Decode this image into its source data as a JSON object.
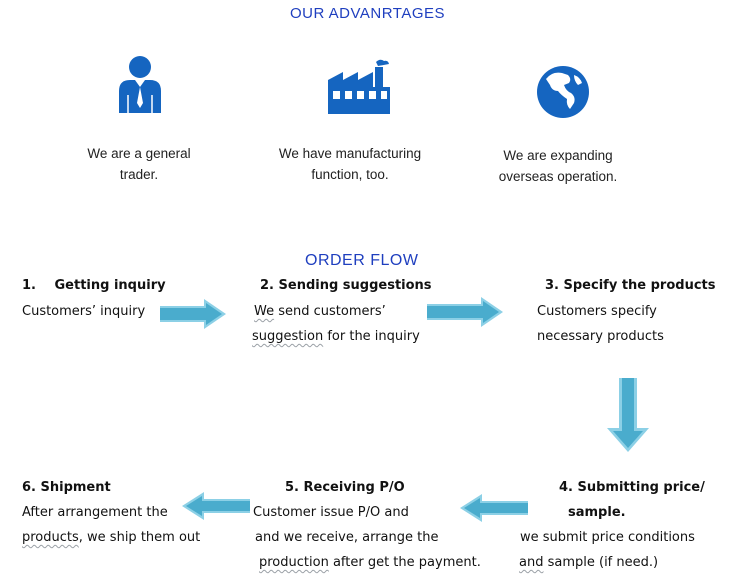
{
  "headings": {
    "advantages": "OUR ADVANRTAGES",
    "order_flow": "ORDER FLOW"
  },
  "advantages": [
    {
      "icon": "person-icon",
      "line1": "We are a general",
      "line2": "trader."
    },
    {
      "icon": "factory-icon",
      "line1": "We have manufacturing",
      "line2": "function, too."
    },
    {
      "icon": "globe-icon",
      "line1": "We are expanding",
      "line2": "overseas operation."
    }
  ],
  "steps": {
    "s1": {
      "num": "1.",
      "title": "Getting inquiry",
      "line1": "Customers’ inquiry"
    },
    "s2": {
      "title": "2. Sending suggestions",
      "line1_a": "We",
      "line1_b": " send customers’",
      "line2_a": "suggestion",
      "line2_b": " for the inquiry"
    },
    "s3": {
      "title": "3. Specify the products",
      "line1": "Customers specify",
      "line2": "necessary products"
    },
    "s4": {
      "title": "4. Submitting price/",
      "title2": "sample.",
      "line1": "we submit price conditions",
      "line2_a": "and",
      "line2_b": " sample (if need.)"
    },
    "s5": {
      "title": "5. Receiving P/O",
      "line1": "Customer issue P/O and",
      "line2": "and we receive, arrange the",
      "line3_a": "production",
      "line3_b": " after get the payment."
    },
    "s6": {
      "title": "6. Shipment",
      "line1": "After arrangement the",
      "line2_a": "products",
      "line2_b": ", we ship them out"
    }
  },
  "colors": {
    "heading": "#1f3fbf",
    "icon_blue": "#1565c0",
    "arrow_fill": "#4aaccd",
    "arrow_edge": "#8cd0e6"
  }
}
